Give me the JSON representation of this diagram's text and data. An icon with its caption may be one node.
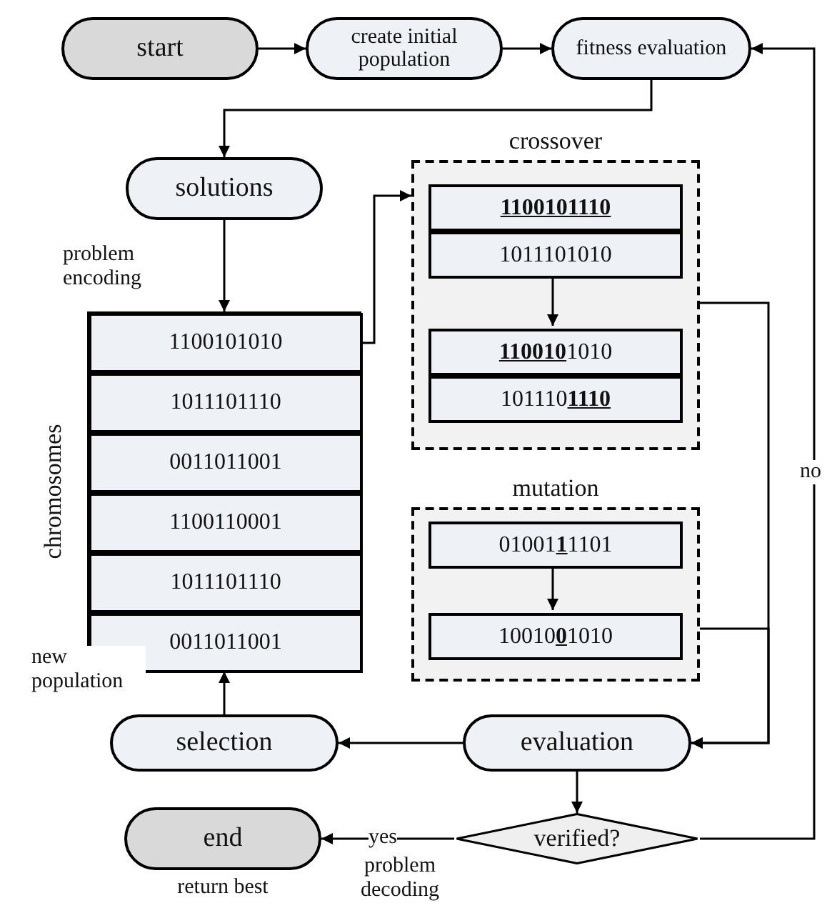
{
  "diagram": {
    "nodes": [
      {
        "text": [
          "start"
        ]
      },
      {
        "text": [
          "create initial population"
        ]
      },
      {
        "text": [
          "fitness evaluation"
        ]
      },
      {
        "text": [
          "solutions"
        ]
      },
      {
        "text": [
          "chromosomes"
        ]
      },
      {
        "text": [
          "1100101010"
        ],
        "in": 4
      },
      {
        "text": [
          "1011101110"
        ],
        "in": 4
      },
      {
        "text": [
          "0011011001"
        ],
        "in": 4
      },
      {
        "text": [
          "1100110001"
        ],
        "in": 4
      },
      {
        "text": [
          "1011101110"
        ],
        "in": 4
      },
      {
        "text": [
          "0011011001"
        ],
        "in": 4
      },
      {
        "text": [
          "crossover"
        ]
      },
      {
        "text": [
          "**1100101110**"
        ],
        "in": 11
      },
      {
        "text": [
          "1011101010"
        ],
        "in": 11
      },
      {
        "text": [
          "**110010**1010"
        ],
        "in": 11
      },
      {
        "text": [
          "101110**1110**"
        ],
        "in": 11
      },
      {
        "text": [
          "mutation"
        ]
      },
      {
        "text": [
          "01001**1**1101"
        ],
        "in": 16
      },
      {
        "text": [
          "10010**0**1010"
        ],
        "in": 16
      },
      {
        "text": [
          "evaluation"
        ]
      },
      {
        "text": [
          "selection"
        ]
      },
      {
        "text": [
          "verified?"
        ]
      },
      {
        "text": [
          "end"
        ],
        "beside": [
          "return best"
        ]
      }
    ],
    "edges": [
      {
        "from": 0,
        "to": 1,
        "arrow": "to"
      },
      {
        "from": 1,
        "to": 2,
        "arrow": "to"
      },
      {
        "from": 2,
        "to": 3,
        "arrow": "to"
      },
      {
        "from": 3,
        "to": 4,
        "arrow": "to",
        "label": "problem encoding"
      },
      {
        "from": 4,
        "to": 11,
        "arrow": "to"
      },
      {
        "from": 13,
        "to": 14,
        "arrow": "to"
      },
      {
        "from": 17,
        "to": 18,
        "arrow": "to"
      },
      {
        "from": 11,
        "to": 19,
        "arrow": "to"
      },
      {
        "from": 16,
        "to": 19,
        "arrow": "to"
      },
      {
        "from": 19,
        "to": 20,
        "arrow": "to"
      },
      {
        "from": 20,
        "to": 4,
        "arrow": "to",
        "label": "new population"
      },
      {
        "from": 19,
        "to": 21,
        "arrow": "to"
      },
      {
        "from": 21,
        "to": 22,
        "arrow": "to",
        "label": "yes"
      },
      {
        "from": 21,
        "to": 2,
        "arrow": "to",
        "label": "no"
      }
    ],
    "labels": [
      "problem decoding"
    ]
  }
}
